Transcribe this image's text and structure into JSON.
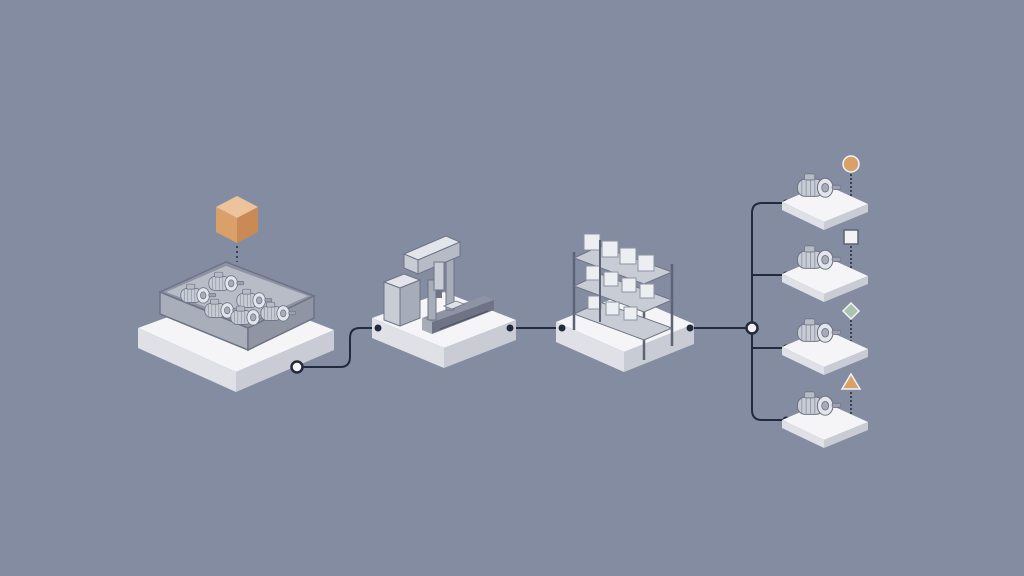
{
  "colors": {
    "background": "#838ca1",
    "platform_top": "#f5f5f7",
    "platform_side": "#dfe1e7",
    "machine_light": "#d4d7df",
    "machine_mid": "#a7acb9",
    "machine_dark": "#6e7486",
    "connector_line": "#232a3d",
    "package_cube": "#d9a06a",
    "marker_circle": "#d9a06a",
    "marker_square": "#f2f3f5",
    "marker_diamond": "#a9c3ae",
    "marker_triangle": "#d9a06a"
  },
  "diagram": {
    "stages": [
      {
        "id": "raw-material-bin",
        "icon": "bin-with-motors-icon"
      },
      {
        "id": "assembly-station",
        "icon": "robotic-arm-conveyor-icon"
      },
      {
        "id": "warehouse-storage",
        "icon": "storage-rack-icon"
      }
    ],
    "input_marker": {
      "icon": "package-cube-icon"
    },
    "outputs": [
      {
        "id": "output-1",
        "icon": "motor-icon",
        "marker": "circle-marker-icon"
      },
      {
        "id": "output-2",
        "icon": "motor-icon",
        "marker": "square-marker-icon"
      },
      {
        "id": "output-3",
        "icon": "motor-icon",
        "marker": "diamond-marker-icon"
      },
      {
        "id": "output-4",
        "icon": "motor-icon",
        "marker": "triangle-marker-icon"
      }
    ]
  }
}
